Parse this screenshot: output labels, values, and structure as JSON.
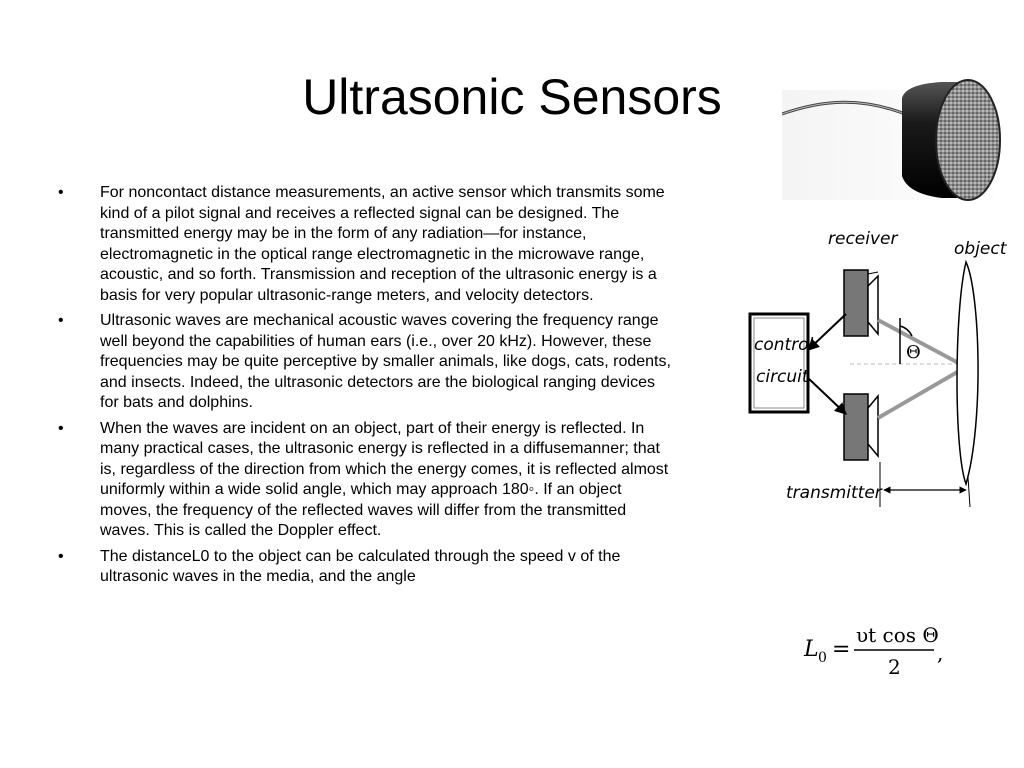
{
  "slide": {
    "title": "Ultrasonic Sensors",
    "bullets": [
      {
        "marker": "•",
        "text": "For noncontact distance measurements, an active sensor which transmits some kind of a pilot signal and receives a reflected signal can be designed. The transmitted energy may be in the form of any radiation—for instance, electromagnetic in the optical range electromagnetic in the microwave range, acoustic, and so forth. Transmission and reception of the ultrasonic energy is a basis for very popular ultrasonic-range meters, and velocity detectors."
      },
      {
        "marker": "•",
        "text": "Ultrasonic waves are mechanical acoustic waves covering the frequency range well beyond the capabilities of human ears (i.e., over 20 kHz). However, these frequencies may be quite perceptive by smaller animals, like dogs, cats, rodents, and insects. Indeed, the ultrasonic detectors are the biological ranging devices for bats and dolphins."
      },
      {
        "marker": "•",
        "text": "When the waves are incident on an object, part of their energy is reflected. In many practical cases, the ultrasonic energy is reflected in a diffusemanner; that is, regardless of the direction from which the energy comes, it is reflected almost uniformly within a wide solid angle, which may approach 180◦. If an object moves, the frequency of the reflected waves will differ from the transmitted waves. This is called the Doppler effect."
      },
      {
        "marker": "•",
        "text": "The distanceL0 to the object can be calculated through the speed v of the ultrasonic waves in the media, and the angle"
      }
    ]
  },
  "diagram": {
    "receiver_label": "receiver",
    "object_label": "object",
    "control_label_line1": "control",
    "control_label_line2": "circuit",
    "theta_label": "Θ",
    "transmitter_label": "transmitter"
  },
  "formula": {
    "lhs": "L",
    "lhs_sub": "0",
    "equals": "=",
    "numerator": "υt cos Θ",
    "denominator": "2",
    "trailing": ","
  }
}
